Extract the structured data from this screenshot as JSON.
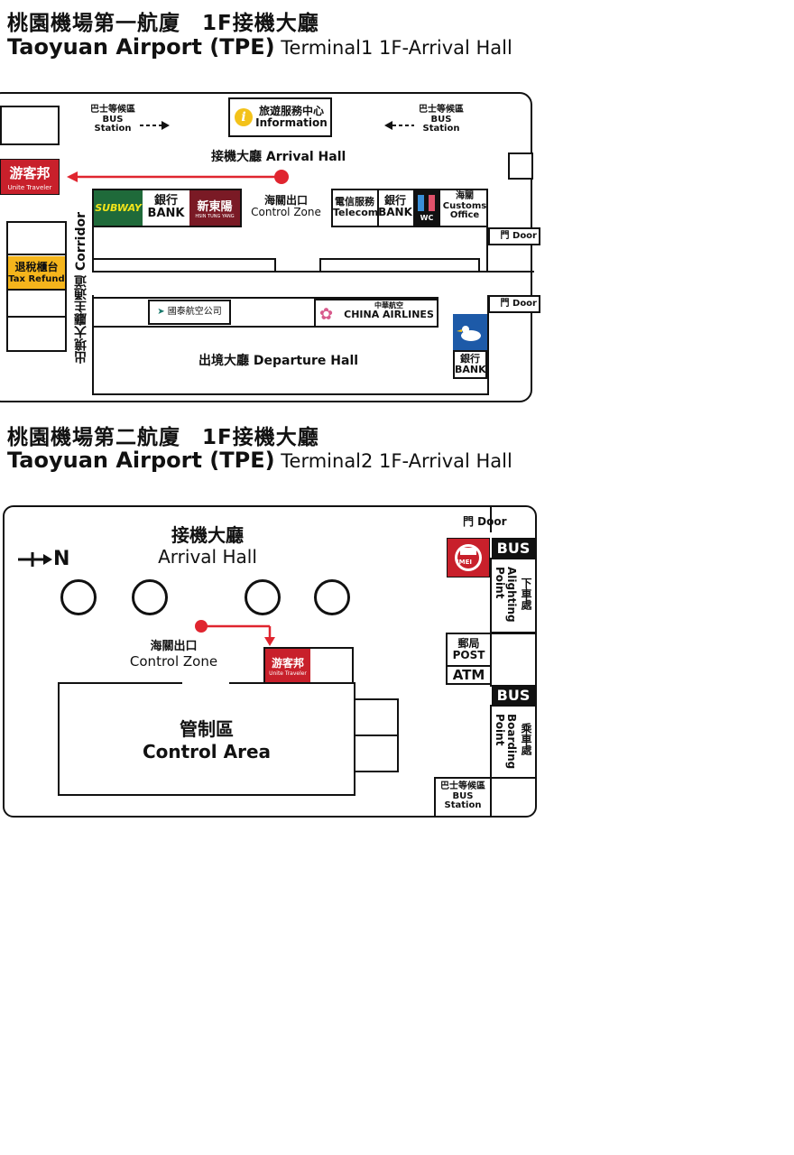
{
  "t1": {
    "title_zh": "桃園機場第一航廈　1F接機大廳",
    "title_en": "Taoyuan Airport (TPE)",
    "title_sub": " Terminal1   1F-Arrival Hall",
    "bus_left": {
      "zh": "巴士等候區",
      "en1": "BUS",
      "en2": "Station"
    },
    "bus_right": {
      "zh": "巴士等候區",
      "en1": "BUS",
      "en2": "Station"
    },
    "info": {
      "zh": "旅遊服務中心",
      "en": "Information",
      "icon": "i"
    },
    "arrival": "接機大廳 Arrival Hall",
    "unite": {
      "zh": "游客邦",
      "en": "Unite Traveler"
    },
    "subway": "SUBWAY",
    "bank1": {
      "zh": "銀行",
      "en": "BANK"
    },
    "xindongyang": {
      "zh": "新東陽",
      "en": "HSIN TUNG YANG"
    },
    "control": {
      "zh": "海關出口",
      "en": "Control Zone"
    },
    "telecom": {
      "zh": "電信服務",
      "en": "Telecom"
    },
    "bank2": {
      "zh": "銀行",
      "en": "BANK"
    },
    "wc": "WC",
    "customs": {
      "zh": "海關",
      "en1": "Customs",
      "en2": "Office"
    },
    "door": "門 Door",
    "tax": {
      "zh": "退稅櫃台",
      "en": "Tax Refund"
    },
    "corridor": "出境大廳主通道 Corridor",
    "cathay": "國泰航空公司",
    "china": {
      "zh": "中華航空",
      "en": "CHINA AIRLINES"
    },
    "bank3": {
      "zh": "銀行",
      "en": "BANK"
    },
    "departure": "出境大廳 Departure Hall"
  },
  "t2": {
    "title_zh": "桃園機場第二航廈　1F接機大廳",
    "title_en": "Taoyuan Airport (TPE)",
    "title_sub": " Terminal2   1F-Arrival Hall",
    "arrival_zh": "接機大廳",
    "arrival_en": "Arrival Hall",
    "north": "N",
    "door": "門 Door",
    "imei": "IMEI",
    "bus1": "BUS",
    "alight": {
      "zh": "下車處",
      "en1": "Alighting",
      "en2": "Point"
    },
    "post": {
      "zh": "郵局",
      "en": "POST"
    },
    "atm": "ATM",
    "bus2": "BUS",
    "board": {
      "zh": "乘車處",
      "en1": "Boarding",
      "en2": "Point"
    },
    "bus_station": {
      "zh": "巴士等候區",
      "en1": "BUS",
      "en2": "Station"
    },
    "control": {
      "zh": "海關出口",
      "en": "Control Zone"
    },
    "unite": {
      "zh": "游客邦",
      "en": "Unite Traveler"
    },
    "control_area": {
      "zh": "管制區",
      "en": "Control Area"
    }
  },
  "colors": {
    "accent_red": "#c8202b",
    "route_red": "#e0252f",
    "tax_yellow": "#f5b51c",
    "subway_green": "#1f6a3a"
  }
}
